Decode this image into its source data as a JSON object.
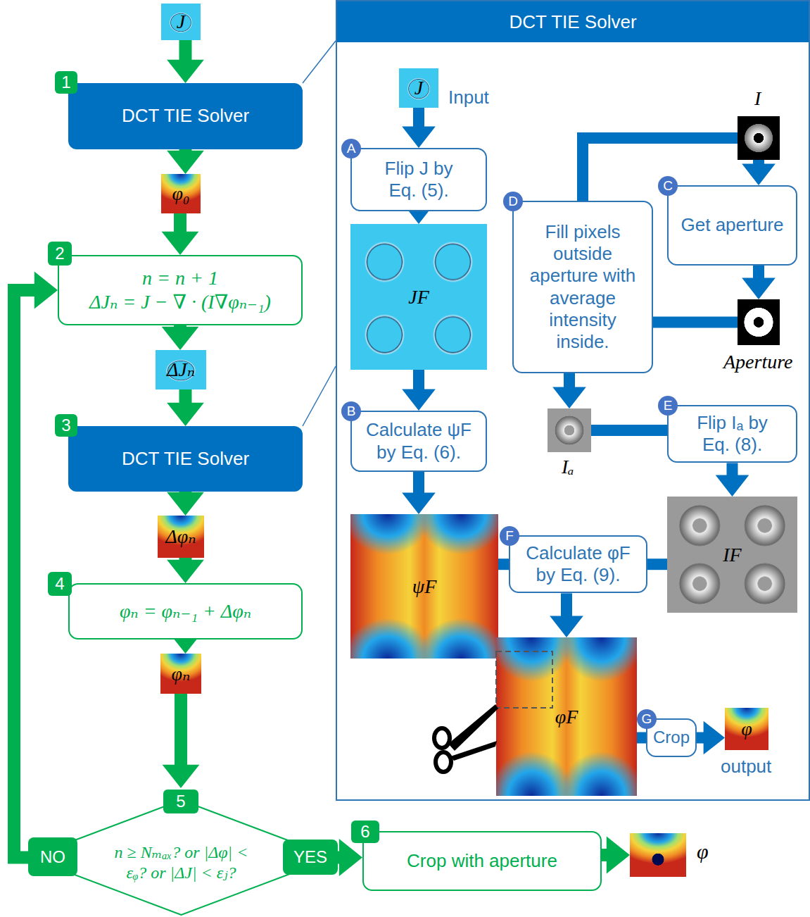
{
  "diagram": {
    "nodes": [
      {
        "text": [
          "J"
        ]
      },
      {
        "text": [
          "1",
          "DCT TIE Solver"
        ]
      },
      {
        "text": [
          "φ₀"
        ]
      },
      {
        "text": [
          "2",
          "n = n + 1",
          "ΔJₙ = J − ∇ · (I∇φₙ₋₁)"
        ]
      },
      {
        "text": [
          "ΔJₙ"
        ]
      },
      {
        "text": [
          "3",
          "DCT TIE Solver"
        ]
      },
      {
        "text": [
          "Δφₙ"
        ]
      },
      {
        "text": [
          "4",
          "φₙ = φₙ₋₁ + Δφₙ"
        ]
      },
      {
        "text": [
          "φₙ"
        ]
      },
      {
        "text": [
          "5",
          "n ≥ Nₘₐₓ? or |Δφ| < εᵩ? or |ΔJ| < εⱼ?"
        ]
      },
      {
        "text": [
          "6",
          "Crop with aperture"
        ]
      },
      {
        "text": [
          "φ"
        ]
      },
      {
        "text": [
          "DCT TIE Solver"
        ]
      },
      {
        "text": [
          "J",
          "Input"
        ],
        "in": 12
      },
      {
        "text": [
          "A",
          "Flip J by Eq. (5)."
        ],
        "in": 12
      },
      {
        "text": [
          "JF"
        ],
        "in": 12
      },
      {
        "text": [
          "B",
          "Calculate ψF by Eq. (6)."
        ],
        "in": 12
      },
      {
        "text": [
          "ψF"
        ],
        "in": 12
      },
      {
        "text": [
          "I"
        ],
        "in": 12
      },
      {
        "text": [
          "C",
          "Get aperture"
        ],
        "in": 12
      },
      {
        "text": [
          "Aperture"
        ],
        "in": 12
      },
      {
        "text": [
          "D",
          "Fill pixels outside aperture with average intensity inside."
        ],
        "in": 12
      },
      {
        "text": [
          "Iₐ"
        ],
        "in": 12
      },
      {
        "text": [
          "E",
          "Flip Iₐ by Eq. (8)."
        ],
        "in": 12
      },
      {
        "text": [
          "IF"
        ],
        "in": 12
      },
      {
        "text": [
          "F",
          "Calculate φF by Eq. (9)."
        ],
        "in": 12
      },
      {
        "text": [
          "φF"
        ],
        "in": 12
      },
      {
        "text": [
          "G",
          "Crop"
        ],
        "in": 12
      },
      {
        "text": [
          "φ",
          "output"
        ],
        "in": 12
      }
    ],
    "edges": [
      {
        "from": 0,
        "to": 1,
        "arrow": "to"
      },
      {
        "from": 1,
        "to": 2,
        "arrow": "to"
      },
      {
        "from": 2,
        "to": 3,
        "arrow": "to"
      },
      {
        "from": 3,
        "to": 4,
        "arrow": "to"
      },
      {
        "from": 4,
        "to": 5,
        "arrow": "to"
      },
      {
        "from": 5,
        "to": 6,
        "arrow": "to"
      },
      {
        "from": 6,
        "to": 7,
        "arrow": "to"
      },
      {
        "from": 7,
        "to": 8,
        "arrow": "to"
      },
      {
        "from": 8,
        "to": 9,
        "arrow": "to"
      },
      {
        "from": 9,
        "to": 3,
        "arrow": "to",
        "label": "NO"
      },
      {
        "from": 9,
        "to": 10,
        "arrow": "to",
        "label": "YES"
      },
      {
        "from": 10,
        "to": 11,
        "arrow": "to"
      },
      {
        "from": 1,
        "to": 12,
        "arrow": "none"
      },
      {
        "from": 5,
        "to": 12,
        "arrow": "none"
      },
      {
        "from": 13,
        "to": 14,
        "arrow": "to"
      },
      {
        "from": 14,
        "to": 15,
        "arrow": "to"
      },
      {
        "from": 15,
        "to": 16,
        "arrow": "to"
      },
      {
        "from": 16,
        "to": 17,
        "arrow": "to"
      },
      {
        "from": 17,
        "to": 25,
        "arrow": "none"
      },
      {
        "from": 18,
        "to": 19,
        "arrow": "to"
      },
      {
        "from": 18,
        "to": 21,
        "arrow": "none"
      },
      {
        "from": 19,
        "to": 20,
        "arrow": "to"
      },
      {
        "from": 20,
        "to": 21,
        "arrow": "none"
      },
      {
        "from": 21,
        "to": 22,
        "arrow": "to"
      },
      {
        "from": 22,
        "to": 23,
        "arrow": "none"
      },
      {
        "from": 23,
        "to": 24,
        "arrow": "to"
      },
      {
        "from": 24,
        "to": 25,
        "arrow": "none"
      },
      {
        "from": 25,
        "to": 26,
        "arrow": "to"
      },
      {
        "from": 26,
        "to": 27,
        "arrow": "none"
      },
      {
        "from": 27,
        "to": 28,
        "arrow": "to"
      }
    ]
  }
}
